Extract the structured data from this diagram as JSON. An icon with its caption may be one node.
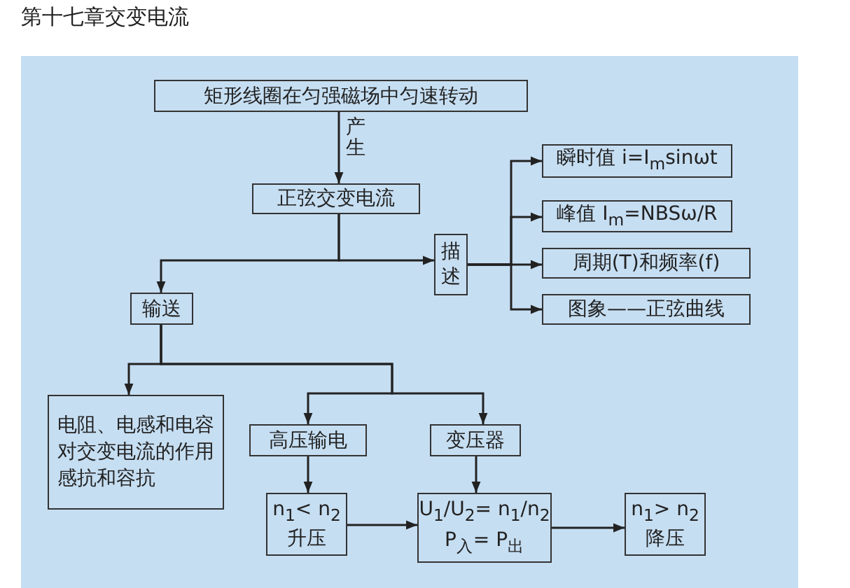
{
  "diagram": {
    "title": "第十七章交变电流",
    "nodes": [
      {
        "text": [
          "矩形线圈在匀强磁场中匀速转动"
        ]
      },
      {
        "text": [
          "正弦交变电流"
        ]
      },
      {
        "text": [
          "描述"
        ]
      },
      {
        "text": [
          "瞬时值 i=I$_{m}$sinωt"
        ]
      },
      {
        "text": [
          "峰值 I$_{m}$=NBSω/R"
        ]
      },
      {
        "text": [
          "周期(T)和频率(f)"
        ]
      },
      {
        "text": [
          "图象——正弦曲线"
        ]
      },
      {
        "text": [
          "输送"
        ]
      },
      {
        "text": [
          "电阻、电感和电容对交变电流的作用感抗和容抗"
        ]
      },
      {
        "text": [
          "高压输电"
        ]
      },
      {
        "text": [
          "变压器"
        ]
      },
      {
        "text": [
          "n$_{1}$< n$_{2}$",
          "升压"
        ]
      },
      {
        "text": [
          "U$_{1}$/U$_{2}$= n$_{1}$/n$_{2}$",
          "P$_{入}$= P$_{出}$"
        ]
      },
      {
        "text": [
          "n$_{1}$> n$_{2}$",
          "降压"
        ]
      }
    ],
    "edges": [
      {
        "from": 0,
        "to": 1,
        "arrow": "to",
        "label": "产生"
      },
      {
        "from": 1,
        "to": 2,
        "arrow": "to"
      },
      {
        "from": 1,
        "to": 7,
        "arrow": "to"
      },
      {
        "from": 2,
        "to": 3,
        "arrow": "to"
      },
      {
        "from": 2,
        "to": 4,
        "arrow": "to"
      },
      {
        "from": 2,
        "to": 5,
        "arrow": "to"
      },
      {
        "from": 2,
        "to": 6,
        "arrow": "to"
      },
      {
        "from": 7,
        "to": 8,
        "arrow": "to"
      },
      {
        "from": 7,
        "to": 9,
        "arrow": "to"
      },
      {
        "from": 7,
        "to": 10,
        "arrow": "to"
      },
      {
        "from": 9,
        "to": 11,
        "arrow": "to"
      },
      {
        "from": 10,
        "to": 12,
        "arrow": "to"
      },
      {
        "from": 11,
        "to": 12,
        "arrow": "to"
      },
      {
        "from": 12,
        "to": 13,
        "arrow": "to"
      }
    ]
  }
}
